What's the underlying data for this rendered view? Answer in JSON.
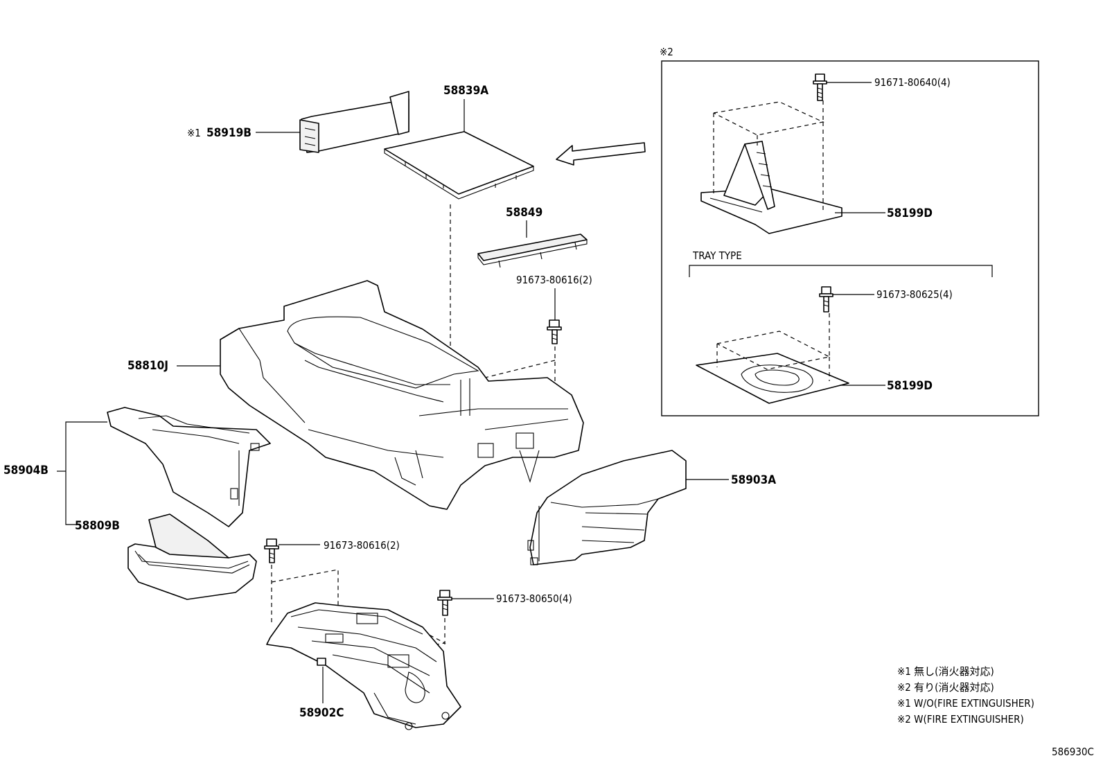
{
  "labels": {
    "p58919B": "58919B",
    "p58919B_mark": "※1",
    "p58839A": "58839A",
    "p58849": "58849",
    "bolt_80616_a": "91673-80616(2)",
    "p58810J": "58810J",
    "p58904B": "58904B",
    "p58809B": "58809B",
    "bolt_80616_b": "91673-80616(2)",
    "bolt_80650": "91673-80650(4)",
    "p58902C": "58902C",
    "p58903A": "58903A"
  },
  "inset": {
    "mark": "※2",
    "bolt_top": "91671-80640(4)",
    "part_top": "58199D",
    "tray_type": "TRAY TYPE",
    "bolt_bottom": "91673-80625(4)",
    "part_bottom": "58199D"
  },
  "notes": [
    "※1  無し(消火器対応)",
    "※2  有り(消火器対応)",
    "※1 W/O(FIRE EXTINGUISHER)",
    "※2 W(FIRE EXTINGUISHER)"
  ],
  "diagram_id": "586930C"
}
